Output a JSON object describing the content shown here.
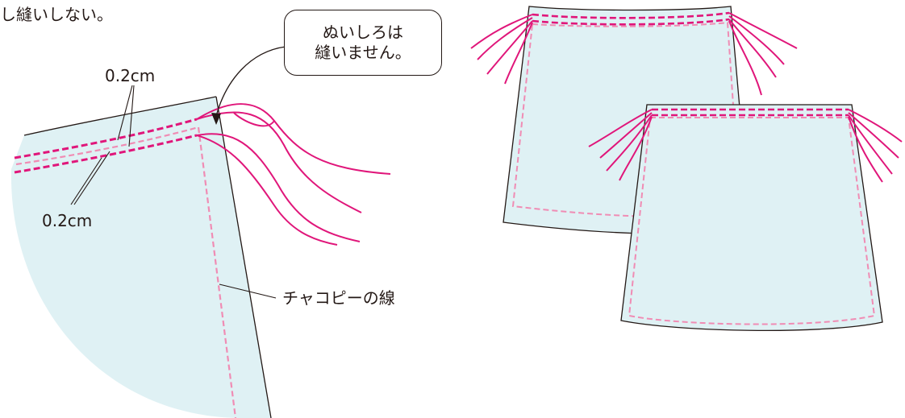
{
  "instruction_fragment": "し縫いしない。",
  "callout": {
    "line1": "ぬいしろは",
    "line2": "縫いません。"
  },
  "label_top_measure": "0.2cm",
  "label_bottom_measure": "0.2cm",
  "label_chaco_line": "チャコピーの線",
  "colors": {
    "fabric": "#dff1f4",
    "outline": "#231815",
    "gather_thread": "#e0167a",
    "chaco_line": "#f08cb4"
  }
}
